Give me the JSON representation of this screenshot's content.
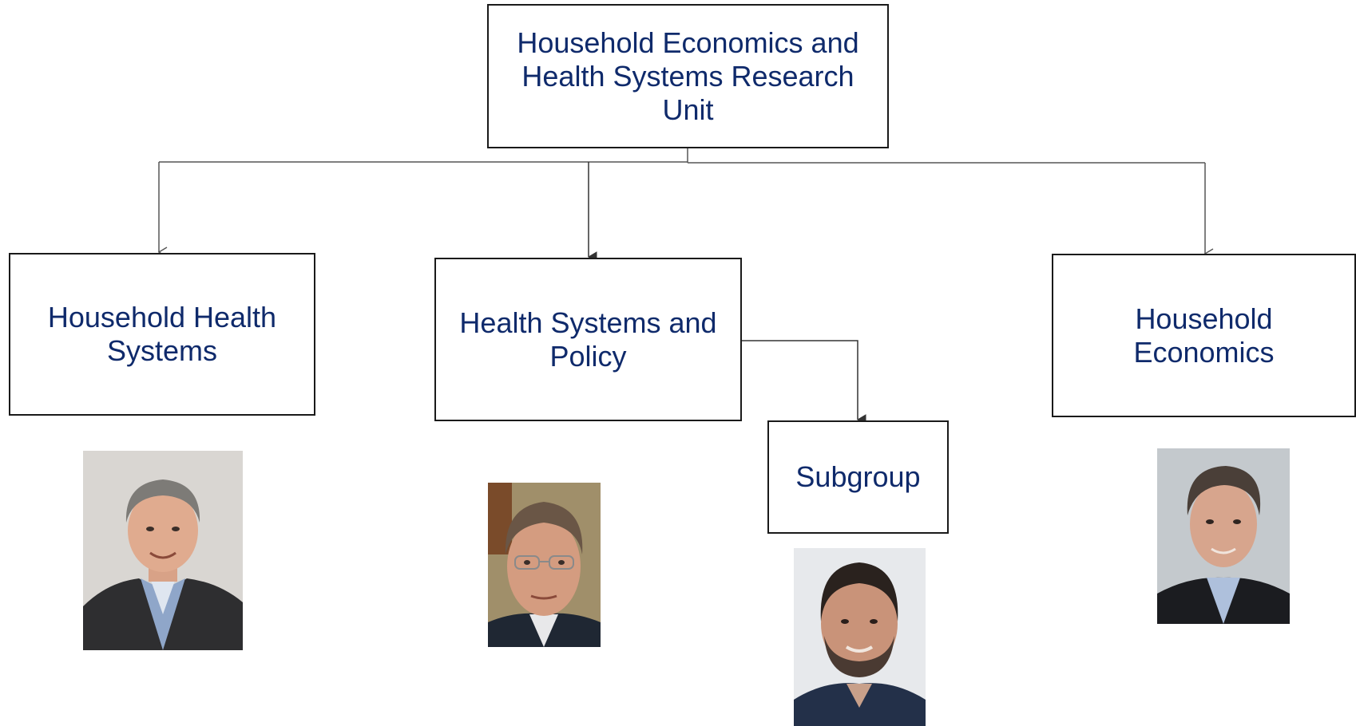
{
  "diagram": {
    "root": {
      "label": "Household Economics and Health Systems Research Unit"
    },
    "units": [
      {
        "id": "household-health-systems",
        "label": "Household Health Systems"
      },
      {
        "id": "health-systems-policy",
        "label": "Health Systems and Policy"
      },
      {
        "id": "household-economics",
        "label": "Household Economics"
      }
    ],
    "subgroup": {
      "label": "Subgroup"
    }
  },
  "colors": {
    "text": "#0f2a6b",
    "border": "#1a1a1a",
    "connector": "#555555"
  }
}
